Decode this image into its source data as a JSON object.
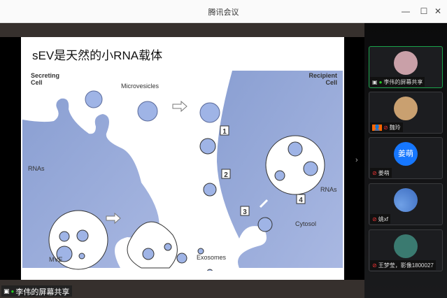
{
  "window": {
    "title": "腾讯会议"
  },
  "slide": {
    "title": "sEV是天然的小RNA载体",
    "labels": {
      "secreting": [
        "Secreting",
        "Cell"
      ],
      "recipient": [
        "Recipient",
        "Cell"
      ],
      "microvesicles": "Microvesicles",
      "rnas_left": "RNAs",
      "rnas_right": "RNAs",
      "mve": "MVE",
      "exosomes": "Exosomes",
      "cytosol": "Cytosol",
      "steps": [
        "1",
        "2",
        "3",
        "4"
      ]
    }
  },
  "share_tag": {
    "label": "李伟的屏幕共享"
  },
  "participants": [
    {
      "name": "李伟的屏幕共享",
      "mic": "on",
      "sharing": true,
      "avatar_color": "#c9a0a8"
    },
    {
      "name": "魏玲",
      "mic": "off",
      "host": true,
      "avatar_color": "#c9a070"
    },
    {
      "name": "姜萌",
      "mic": "off",
      "avatar_text": "姜萌",
      "avatar_color": "#1677ff"
    },
    {
      "name": "姚xf",
      "mic": "off",
      "avatar_color": "#4f86d6"
    },
    {
      "name": "王梦莹，影像1800027",
      "mic": "off",
      "avatar_color": "#3a7a70"
    }
  ]
}
